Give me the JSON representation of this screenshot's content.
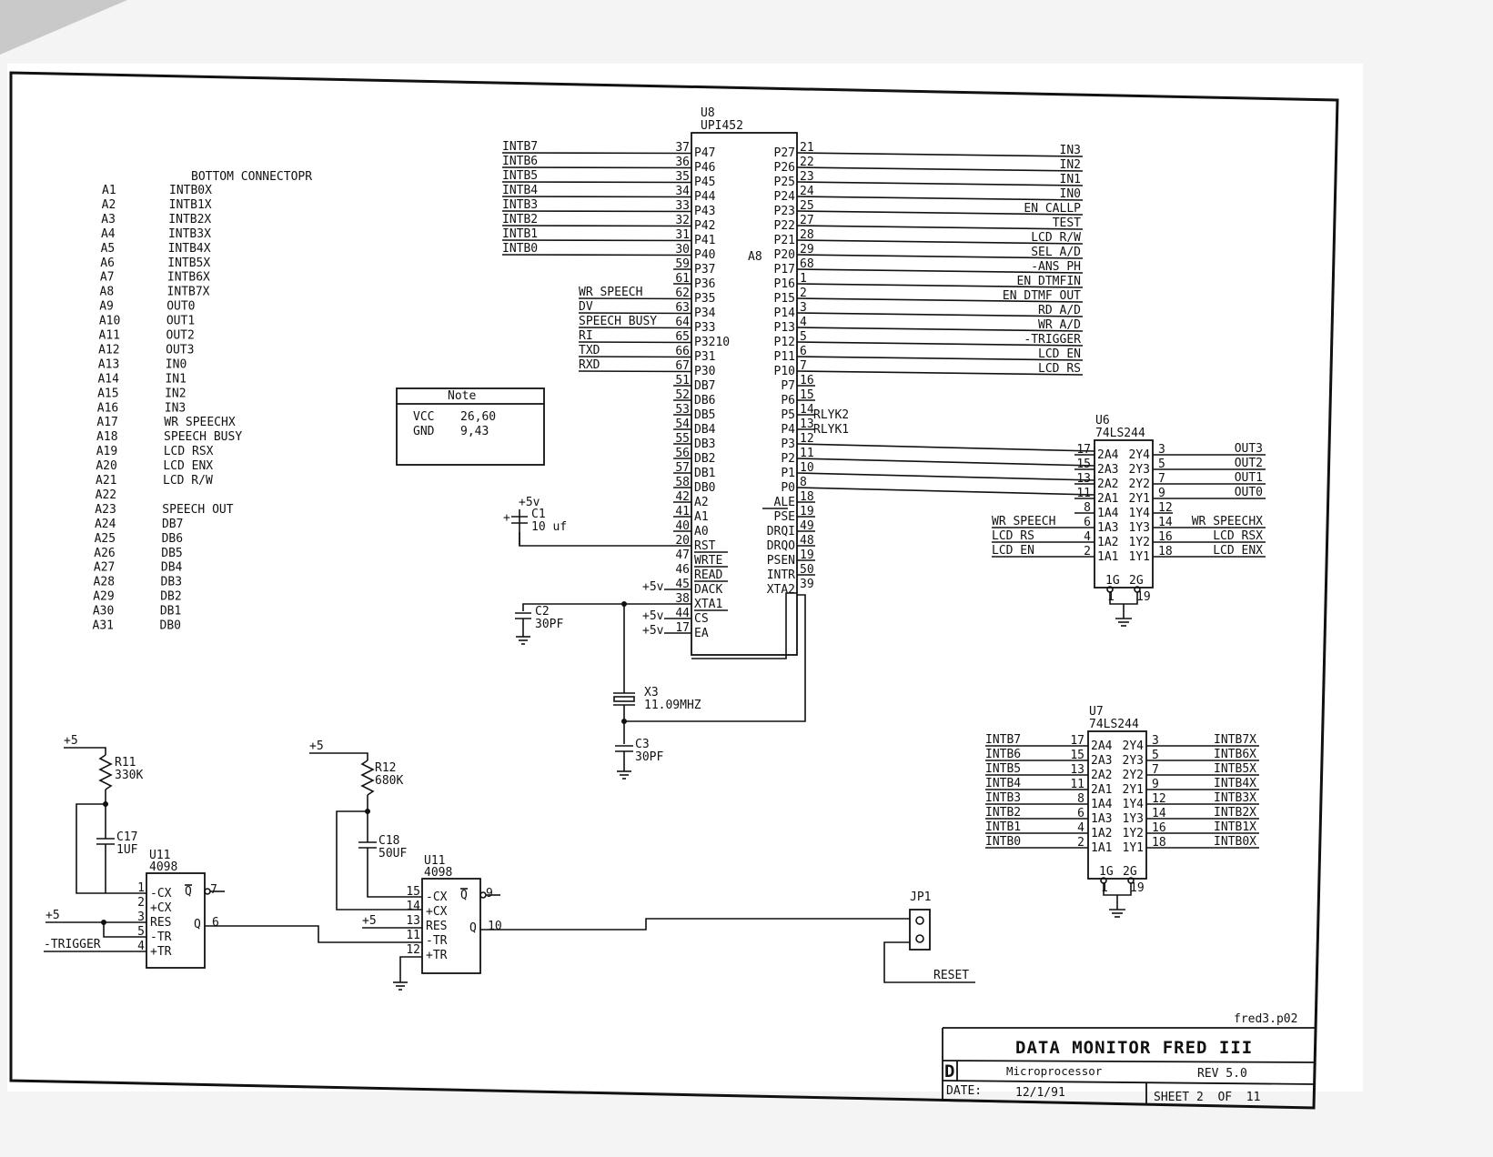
{
  "bottom_connector": {
    "title": "BOTTOM CONNECTOPR",
    "pins": [
      {
        "pin": "A1",
        "signal": "INTB0X"
      },
      {
        "pin": "A2",
        "signal": "INTB1X"
      },
      {
        "pin": "A3",
        "signal": "INTB2X"
      },
      {
        "pin": "A4",
        "signal": "INTB3X"
      },
      {
        "pin": "A5",
        "signal": "INTB4X"
      },
      {
        "pin": "A6",
        "signal": "INTB5X"
      },
      {
        "pin": "A7",
        "signal": "INTB6X"
      },
      {
        "pin": "A8",
        "signal": "INTB7X"
      },
      {
        "pin": "A9",
        "signal": "OUT0"
      },
      {
        "pin": "A10",
        "signal": "OUT1"
      },
      {
        "pin": "A11",
        "signal": "OUT2"
      },
      {
        "pin": "A12",
        "signal": "OUT3"
      },
      {
        "pin": "A13",
        "signal": "IN0"
      },
      {
        "pin": "A14",
        "signal": "IN1"
      },
      {
        "pin": "A15",
        "signal": "IN2"
      },
      {
        "pin": "A16",
        "signal": "IN3"
      },
      {
        "pin": "A17",
        "signal": "WR SPEECHX"
      },
      {
        "pin": "A18",
        "signal": "SPEECH BUSY"
      },
      {
        "pin": "A19",
        "signal": "LCD RSX"
      },
      {
        "pin": "A20",
        "signal": "LCD ENX"
      },
      {
        "pin": "A21",
        "signal": "LCD R/W"
      },
      {
        "pin": "A22",
        "signal": ""
      },
      {
        "pin": "A23",
        "signal": "SPEECH OUT"
      },
      {
        "pin": "A24",
        "signal": "DB7"
      },
      {
        "pin": "A25",
        "signal": "DB6"
      },
      {
        "pin": "A26",
        "signal": "DB5"
      },
      {
        "pin": "A27",
        "signal": "DB4"
      },
      {
        "pin": "A28",
        "signal": "DB3"
      },
      {
        "pin": "A29",
        "signal": "DB2"
      },
      {
        "pin": "A30",
        "signal": "DB1"
      },
      {
        "pin": "A31",
        "signal": "DB0"
      }
    ]
  },
  "note": {
    "title": "Note",
    "rows": [
      {
        "name": "VCC",
        "value": "26,60"
      },
      {
        "name": "GND",
        "value": "9,43"
      }
    ]
  },
  "u8": {
    "ref": "U8",
    "part": "UPI452",
    "left_pins": [
      {
        "net": "INTB7",
        "num": "37",
        "name": "P47"
      },
      {
        "net": "INTB6",
        "num": "36",
        "name": "P46"
      },
      {
        "net": "INTB5",
        "num": "35",
        "name": "P45"
      },
      {
        "net": "INTB4",
        "num": "34",
        "name": "P44"
      },
      {
        "net": "INTB3",
        "num": "33",
        "name": "P43"
      },
      {
        "net": "INTB2",
        "num": "32",
        "name": "P42"
      },
      {
        "net": "INTB1",
        "num": "31",
        "name": "P41"
      },
      {
        "net": "INTB0",
        "num": "30",
        "name": "P40"
      },
      {
        "net": "",
        "num": "59",
        "name": "P37"
      },
      {
        "net": "",
        "num": "61",
        "name": "P36"
      },
      {
        "net": "WR SPEECH",
        "num": "62",
        "name": "P35"
      },
      {
        "net": "DV",
        "num": "63",
        "name": "P34"
      },
      {
        "net": "SPEECH BUSY",
        "num": "64",
        "name": "P33"
      },
      {
        "net": "RI",
        "num": "65",
        "name": "P3210"
      },
      {
        "net": "TXD",
        "num": "66",
        "name": "P31"
      },
      {
        "net": "RXD",
        "num": "67",
        "name": "P30"
      },
      {
        "net": "",
        "num": "51",
        "name": "DB7"
      },
      {
        "net": "",
        "num": "52",
        "name": "DB6"
      },
      {
        "net": "",
        "num": "53",
        "name": "DB5"
      },
      {
        "net": "",
        "num": "54",
        "name": "DB4"
      },
      {
        "net": "",
        "num": "55",
        "name": "DB3"
      },
      {
        "net": "",
        "num": "56",
        "name": "DB2"
      },
      {
        "net": "",
        "num": "57",
        "name": "DB1"
      },
      {
        "net": "",
        "num": "58",
        "name": "DB0"
      },
      {
        "net": "",
        "num": "42",
        "name": "A2"
      },
      {
        "net": "",
        "num": "41",
        "name": "A1"
      },
      {
        "net": "",
        "num": "40",
        "name": "A0"
      },
      {
        "net": "",
        "num": "20",
        "name": "RST"
      },
      {
        "net": "",
        "num": "47",
        "name": "WRTE"
      },
      {
        "net": "",
        "num": "46",
        "name": "READ"
      },
      {
        "net": "+5v",
        "num": "45",
        "name": "DACK"
      },
      {
        "net": "",
        "num": "38",
        "name": "XTA1"
      },
      {
        "net": "+5v",
        "num": "44",
        "name": "CS"
      },
      {
        "net": "+5v",
        "num": "17",
        "name": "EA"
      }
    ],
    "right_pins": [
      {
        "name": "P27",
        "num": "21",
        "net": "IN3"
      },
      {
        "name": "P26",
        "num": "22",
        "net": "IN2"
      },
      {
        "name": "P25",
        "num": "23",
        "net": "IN1"
      },
      {
        "name": "P24",
        "num": "24",
        "net": "IN0"
      },
      {
        "name": "P23",
        "num": "25",
        "net": "EN CALLP"
      },
      {
        "name": "P22",
        "num": "27",
        "net": "TEST"
      },
      {
        "name": "P21",
        "num": "28",
        "net": "LCD R/W"
      },
      {
        "name": "P20",
        "num": "29",
        "net": "SEL A/D"
      },
      {
        "name": "P17",
        "num": "68",
        "net": "-ANS PH"
      },
      {
        "name": "P16",
        "num": "1",
        "net": "EN DTMFIN"
      },
      {
        "name": "P15",
        "num": "2",
        "net": "EN DTMF OUT"
      },
      {
        "name": "P14",
        "num": "3",
        "net": "RD A/D"
      },
      {
        "name": "P13",
        "num": "4",
        "net": "WR A/D"
      },
      {
        "name": "P12",
        "num": "5",
        "net": "-TRIGGER"
      },
      {
        "name": "P11",
        "num": "6",
        "net": "LCD EN"
      },
      {
        "name": "P10",
        "num": "7",
        "net": "LCD RS"
      },
      {
        "name": "P7",
        "num": "16",
        "net": ""
      },
      {
        "name": "P6",
        "num": "15",
        "net": ""
      },
      {
        "name": "P5",
        "num": "14",
        "net": "RLYK2"
      },
      {
        "name": "P4",
        "num": "13",
        "net": "RLYK1"
      },
      {
        "name": "P3",
        "num": "12",
        "net": ""
      },
      {
        "name": "P2",
        "num": "11",
        "net": ""
      },
      {
        "name": "P1",
        "num": "10",
        "net": ""
      },
      {
        "name": "P0",
        "num": "8",
        "net": ""
      },
      {
        "name": "ALE",
        "num": "18",
        "net": ""
      },
      {
        "name": "PSE",
        "num": "19",
        "net": ""
      },
      {
        "name": "DRQI",
        "num": "49",
        "net": ""
      },
      {
        "name": "DRQO",
        "num": "48",
        "net": ""
      },
      {
        "name": "PSEN",
        "num": "19",
        "net": ""
      },
      {
        "name": "INTR",
        "num": "50",
        "net": ""
      },
      {
        "name": "XTA2",
        "num": "39",
        "net": ""
      }
    ],
    "a8_label": "A8"
  },
  "u6": {
    "ref": "U6",
    "part": "74LS244",
    "rows": [
      {
        "in_num": "17",
        "in_name": "2A4",
        "out_name": "2Y4",
        "out_num": "3",
        "out_net": "OUT3",
        "in_net": ""
      },
      {
        "in_num": "15",
        "in_name": "2A3",
        "out_name": "2Y3",
        "out_num": "5",
        "out_net": "OUT2",
        "in_net": ""
      },
      {
        "in_num": "13",
        "in_name": "2A2",
        "out_name": "2Y2",
        "out_num": "7",
        "out_net": "OUT1",
        "in_net": ""
      },
      {
        "in_num": "11",
        "in_name": "2A1",
        "out_name": "2Y1",
        "out_num": "9",
        "out_net": "OUT0",
        "in_net": ""
      },
      {
        "in_num": "8",
        "in_name": "1A4",
        "out_name": "1Y4",
        "out_num": "12",
        "out_net": "",
        "in_net": ""
      },
      {
        "in_num": "6",
        "in_name": "1A3",
        "out_name": "1Y3",
        "out_num": "14",
        "out_net": "WR SPEECHX",
        "in_net": "WR SPEECH"
      },
      {
        "in_num": "4",
        "in_name": "1A2",
        "out_name": "1Y2",
        "out_num": "16",
        "out_net": "LCD RSX",
        "in_net": "LCD RS"
      },
      {
        "in_num": "2",
        "in_name": "1A1",
        "out_name": "1Y1",
        "out_num": "18",
        "out_net": "LCD ENX",
        "in_net": "LCD EN"
      }
    ],
    "g1": "1G",
    "g2": "2G",
    "g1_num": "1",
    "g2_num": "19"
  },
  "u7": {
    "ref": "U7",
    "part": "74LS244",
    "rows": [
      {
        "in_net": "INTB7",
        "in_num": "17",
        "in_name": "2A4",
        "out_name": "2Y4",
        "out_num": "3",
        "out_net": "INTB7X"
      },
      {
        "in_net": "INTB6",
        "in_num": "15",
        "in_name": "2A3",
        "out_name": "2Y3",
        "out_num": "5",
        "out_net": "INTB6X"
      },
      {
        "in_net": "INTB5",
        "in_num": "13",
        "in_name": "2A2",
        "out_name": "2Y2",
        "out_num": "7",
        "out_net": "INTB5X"
      },
      {
        "in_net": "INTB4",
        "in_num": "11",
        "in_name": "2A1",
        "out_name": "2Y1",
        "out_num": "9",
        "out_net": "INTB4X"
      },
      {
        "in_net": "INTB3",
        "in_num": "8",
        "in_name": "1A4",
        "out_name": "1Y4",
        "out_num": "12",
        "out_net": "INTB3X"
      },
      {
        "in_net": "INTB2",
        "in_num": "6",
        "in_name": "1A3",
        "out_name": "1Y3",
        "out_num": "14",
        "out_net": "INTB2X"
      },
      {
        "in_net": "INTB1",
        "in_num": "4",
        "in_name": "1A2",
        "out_name": "1Y2",
        "out_num": "16",
        "out_net": "INTB1X"
      },
      {
        "in_net": "INTB0",
        "in_num": "2",
        "in_name": "1A1",
        "out_name": "1Y1",
        "out_num": "18",
        "out_net": "INTB0X"
      }
    ],
    "g1": "1G",
    "g2": "2G",
    "g1_num": "1",
    "g2_num": "19"
  },
  "parts": {
    "c1_supply": "+5v",
    "c1_ref": "C1",
    "c1_val": "10 uf",
    "c1_plus": "+",
    "c2_ref": "C2",
    "c2_val": "30PF",
    "x3_ref": "X3",
    "x3_val": "11.09MHZ",
    "c3_ref": "C3",
    "c3_val": "30PF",
    "r11_supply": "+5",
    "r11_ref": "R11",
    "r11_val": "330K",
    "c17_ref": "C17",
    "c17_val": "1UF",
    "r12_supply": "+5",
    "r12_ref": "R12",
    "r12_val": "680K",
    "c18_ref": "C18",
    "c18_val": "50UF",
    "u11a_ref": "U11",
    "u11a_part": "4098",
    "u11b_ref": "U11",
    "u11b_part": "4098",
    "u11a_supply": "+5",
    "u11a_trigger": "-TRIGGER",
    "u11b_supply": "+5",
    "jp1_ref": "JP1",
    "reset": "RESET"
  },
  "u11a": {
    "pins": [
      {
        "num": "1",
        "name": "-CX"
      },
      {
        "num": "2",
        "name": "+CX"
      },
      {
        "num": "3",
        "name": "RES"
      },
      {
        "num": "5",
        "name": "-TR"
      },
      {
        "num": "4",
        "name": "+TR"
      }
    ],
    "qbar_num": "7",
    "q_num": "6",
    "qbar": "Q",
    "q": "Q"
  },
  "u11b": {
    "pins": [
      {
        "num": "15",
        "name": "-CX"
      },
      {
        "num": "14",
        "name": "+CX"
      },
      {
        "num": "13",
        "name": "RES"
      },
      {
        "num": "11",
        "name": "-TR"
      },
      {
        "num": "12",
        "name": "+TR"
      }
    ],
    "qbar_num": "9",
    "q_num": "10",
    "qbar": "Q",
    "q": "Q"
  },
  "title_block": {
    "file": "fred3.p02",
    "title": "DATA MONITOR FRED III",
    "size": "D",
    "subtitle": "Microprocessor",
    "rev": "REV 5.0",
    "date_label": "DATE:",
    "date": "12/1/91",
    "sheet": "SHEET 2  OF  11"
  }
}
